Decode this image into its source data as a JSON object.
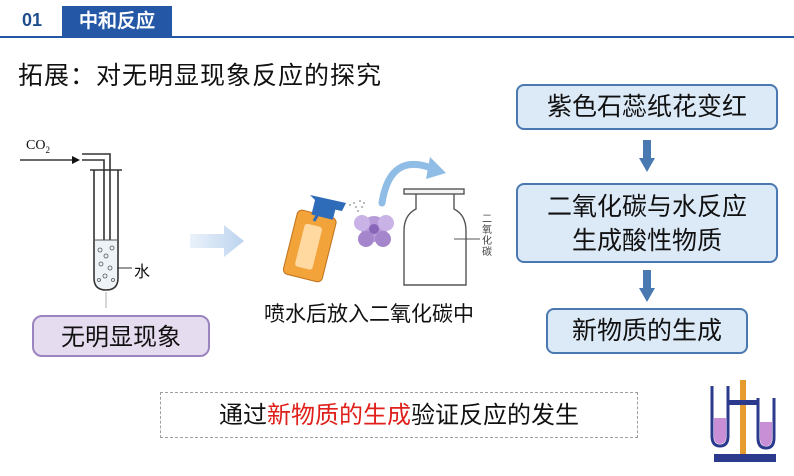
{
  "header": {
    "section_number": "01",
    "section_title": "中和反应"
  },
  "title": "拓展：对无明显现象反应的探究",
  "diagram": {
    "gas_label": "CO",
    "gas_subscript": "2",
    "water_label": "水",
    "jar_label": "二氧化碳",
    "caption": "喷水后放入二氧化碳中"
  },
  "observation_box": "无明显现象",
  "flow": {
    "step1": "紫色石蕊纸花变红",
    "step2_line1": "二氧化碳与水反应",
    "step2_line2": "生成酸性物质",
    "step3": "新物质的生成"
  },
  "conclusion": {
    "prefix": "通过",
    "highlight": "新物质的生成",
    "suffix": "验证反应的发生"
  },
  "colors": {
    "accent": "#2458a6",
    "flow_box_fill": "#dce9f7",
    "flow_box_border": "#4a78b0",
    "obs_box_fill": "#e6dcf0",
    "highlight": "#e0201b"
  }
}
